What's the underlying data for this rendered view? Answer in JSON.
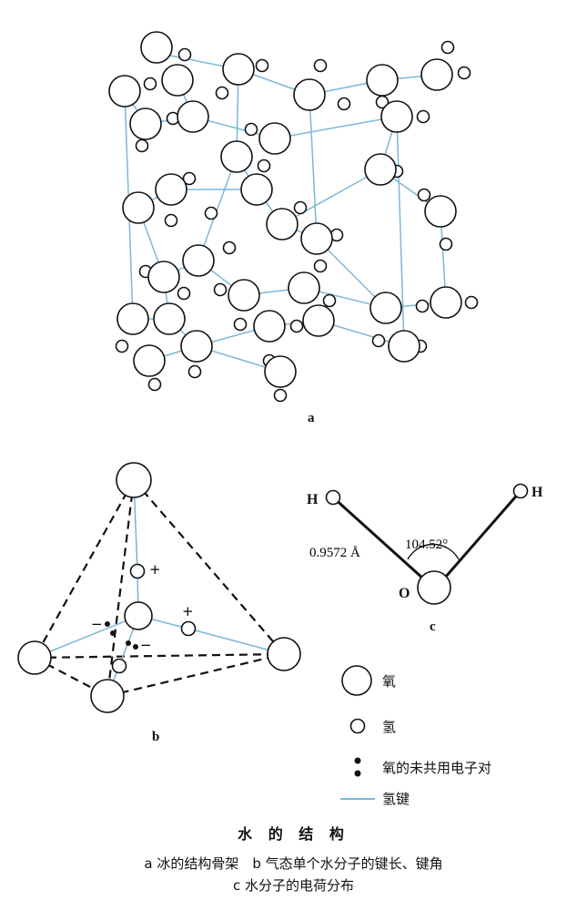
{
  "panel_a": {
    "label": "a"
  },
  "panel_b": {
    "label": "b",
    "charge_plus_1": "+",
    "charge_plus_2": "+",
    "charge_minus_1": "−",
    "charge_minus_2": "−"
  },
  "panel_c": {
    "label": "c",
    "atom_h_left": "H",
    "atom_h_right": "H",
    "atom_o": "O",
    "bond_length": "0.9572 Å",
    "bond_angle": "104.52°"
  },
  "legend": {
    "oxygen": "氧",
    "hydrogen": "氢",
    "lone_pair": "氧的未共用电子对",
    "hydrogen_bond": "氢键"
  },
  "colors": {
    "hydrogen_bond": "#7cb8d8",
    "ink": "#111111"
  },
  "caption": {
    "title": "水 的 结 构",
    "line1": "a 冰的结构骨架　b 气态单个水分子的键长、键角",
    "line2": "c 水分子的电荷分布"
  }
}
